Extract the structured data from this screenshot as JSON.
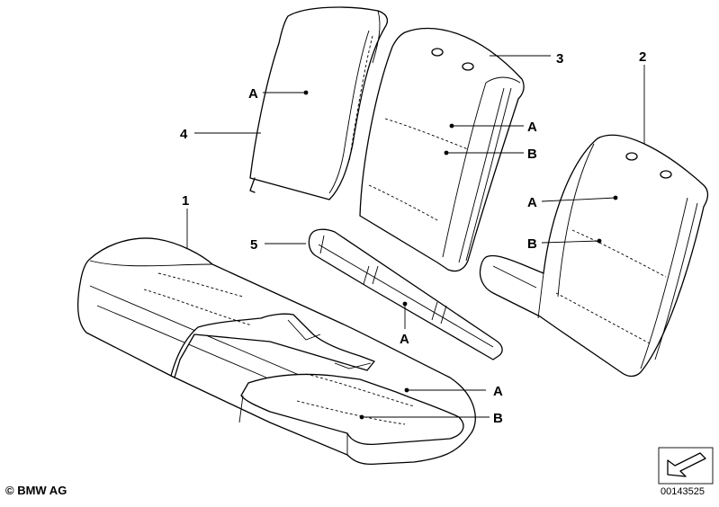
{
  "callouts": {
    "p1": "1",
    "p2": "2",
    "p3": "3",
    "p4": "4",
    "p5": "5",
    "a_side_section": "A",
    "a_backrest_center": "A",
    "b_backrest_center": "B",
    "a_backrest_right": "A",
    "b_backrest_right": "B",
    "a_armrest_bracket": "A",
    "a_seat_cushion": "A",
    "b_seat_cushion": "B"
  },
  "footer": {
    "copyright": "© BMW AG",
    "diagram_id": "00143525"
  },
  "icons": {
    "orientation": "arrow-icon"
  }
}
